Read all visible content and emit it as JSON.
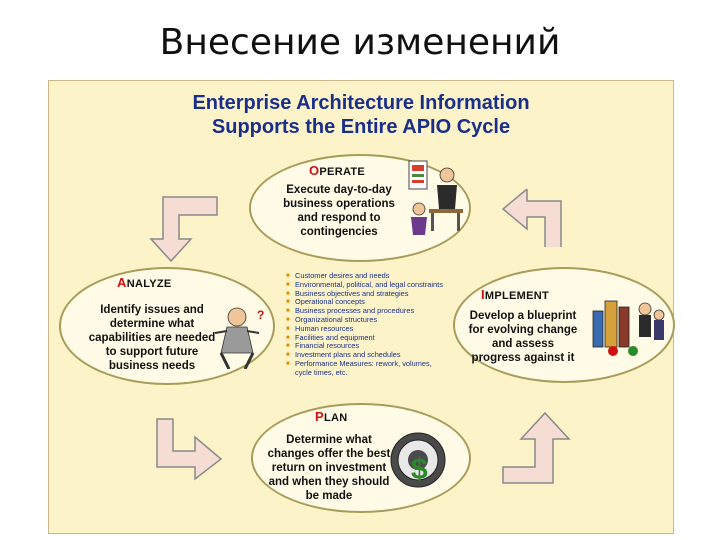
{
  "slide_title": "Внесение изменений",
  "diagram": {
    "title_line1": "Enterprise Architecture Information",
    "title_line2": "Supports the Entire APIO Cycle",
    "operate": {
      "cap": "O",
      "rest": "PERATE",
      "lines": [
        "Execute day-to-day",
        "business operations",
        "and respond to",
        "contingencies"
      ]
    },
    "analyze": {
      "cap": "A",
      "rest": "NALYZE",
      "lines": [
        "Identify issues and",
        "determine what",
        "capabilities are needed",
        "to support future",
        "business needs"
      ]
    },
    "implement": {
      "cap": "I",
      "rest": "MPLEMENT",
      "lines": [
        "Develop a blueprint",
        "for evolving change",
        "and assess",
        "progress against it"
      ]
    },
    "plan": {
      "cap": "P",
      "rest": "LAN",
      "lines": [
        "Determine what",
        "changes offer the best",
        "return on investment",
        "and when they should",
        "be made"
      ]
    },
    "info_items": [
      "Customer desires and needs",
      "Environmental, political, and legal constraints",
      "Business objectives and strategies",
      "Operational concepts",
      "Business processes and procedures",
      "Organizational structures",
      "Human resources",
      "Facilities and equipment",
      "Financial resources",
      "Investment plans and schedules",
      "Performance Measures: rework, volumes, cycle times, etc."
    ],
    "colors": {
      "title": "#1a2f8c",
      "phase_initial": "#d01010",
      "panel_bg": "#fdf3c8",
      "arrow_fill": "#f6ddd3"
    }
  }
}
